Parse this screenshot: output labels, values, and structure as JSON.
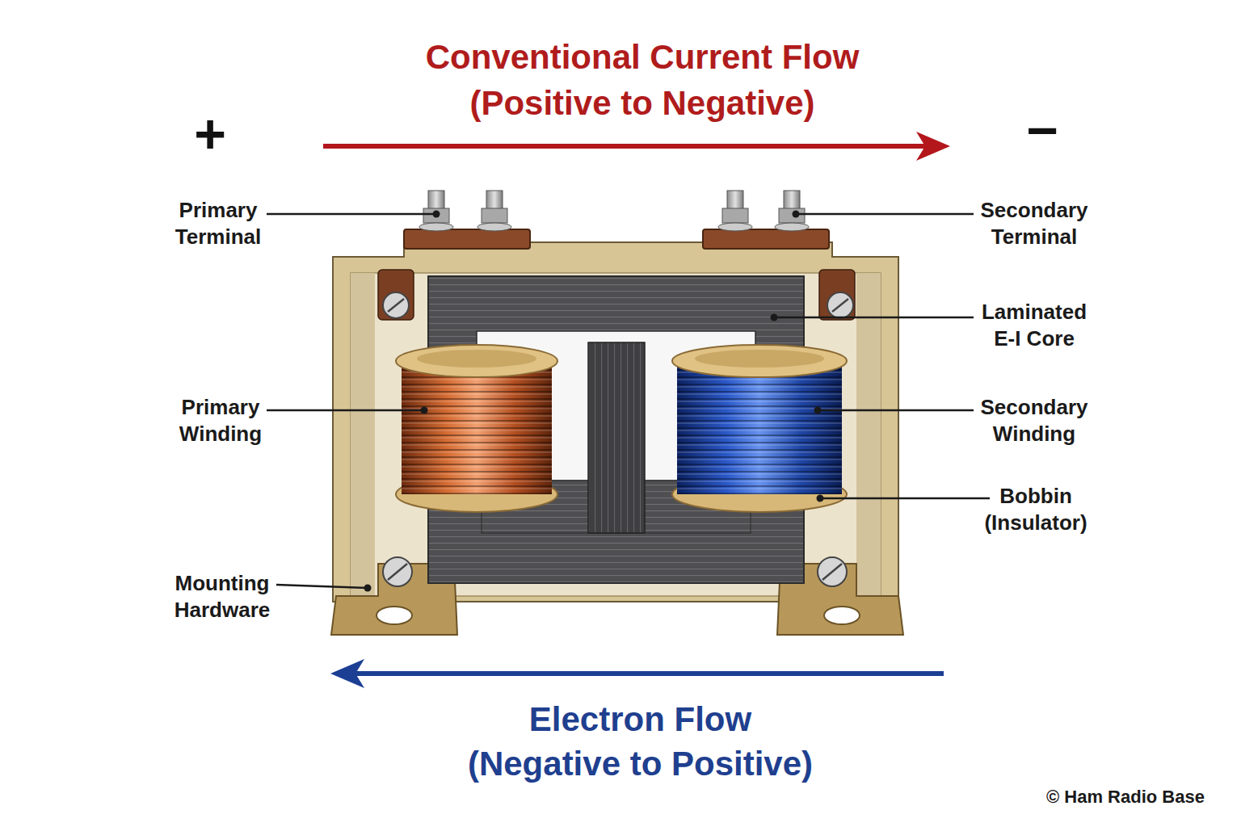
{
  "diagram": {
    "labels": [
      "+",
      "Conventional Current Flow (Positive to Negative)",
      "−",
      "Primary Terminal",
      "Secondary Terminal",
      "Laminated E-I Core",
      "Primary Winding",
      "Secondary Winding",
      "Bobbin (Insulator)",
      "Mounting Hardware",
      "Electron Flow (Negative to Positive)",
      "© Ham Radio Base"
    ]
  }
}
